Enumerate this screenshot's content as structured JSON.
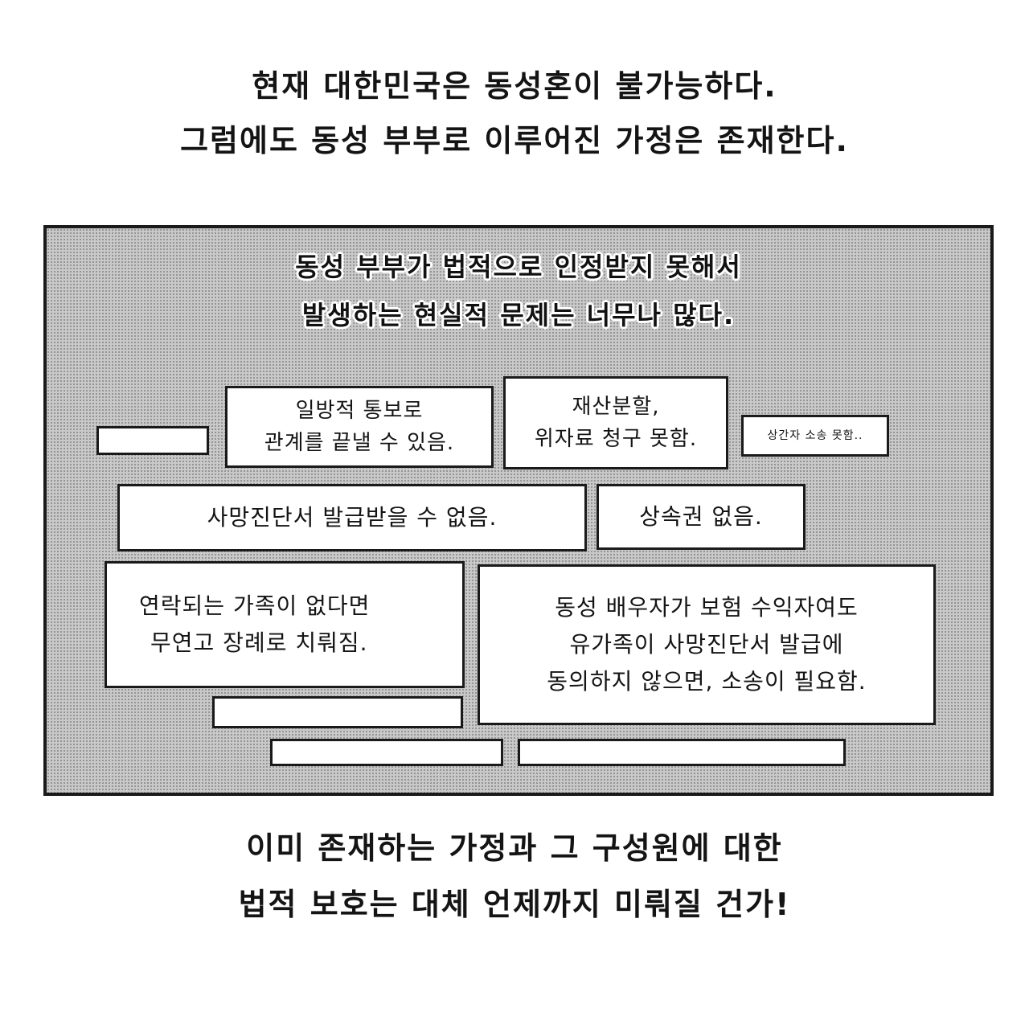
{
  "intro": {
    "line1": "현재 대한민국은 동성혼이 불가능하다.",
    "line2": "그럼에도 동성 부부로 이루어진 가정은 존재한다."
  },
  "panel": {
    "heading_line1": "동성 부부가 법적으로 인정받지 못해서",
    "heading_line2": "발생하는 현실적 문제는 너무나 많다.",
    "boxes": {
      "breakup": [
        "일방적 통보로",
        "관계를 끝낼 수 있음."
      ],
      "property": [
        "재산분할,",
        "위자료 청구 못함."
      ],
      "adultery": "상간자 소송 못함..",
      "death_certificate": "사망진단서 발급받을 수 없음.",
      "inheritance": "상속권 없음.",
      "funeral": [
        "연락되는 가족이 없다면",
        "무연고 장례로 치뤄짐."
      ],
      "insurance": [
        "동성 배우자가 보험 수익자여도",
        "유가족이 사망진단서 발급에",
        "동의하지 않으면, 소송이 필요함."
      ]
    }
  },
  "outro": {
    "line1": "이미 존재하는 가정과 그 구성원에 대한",
    "line2": "법적 보호는 대체 언제까지 미뤄질 건가!"
  }
}
